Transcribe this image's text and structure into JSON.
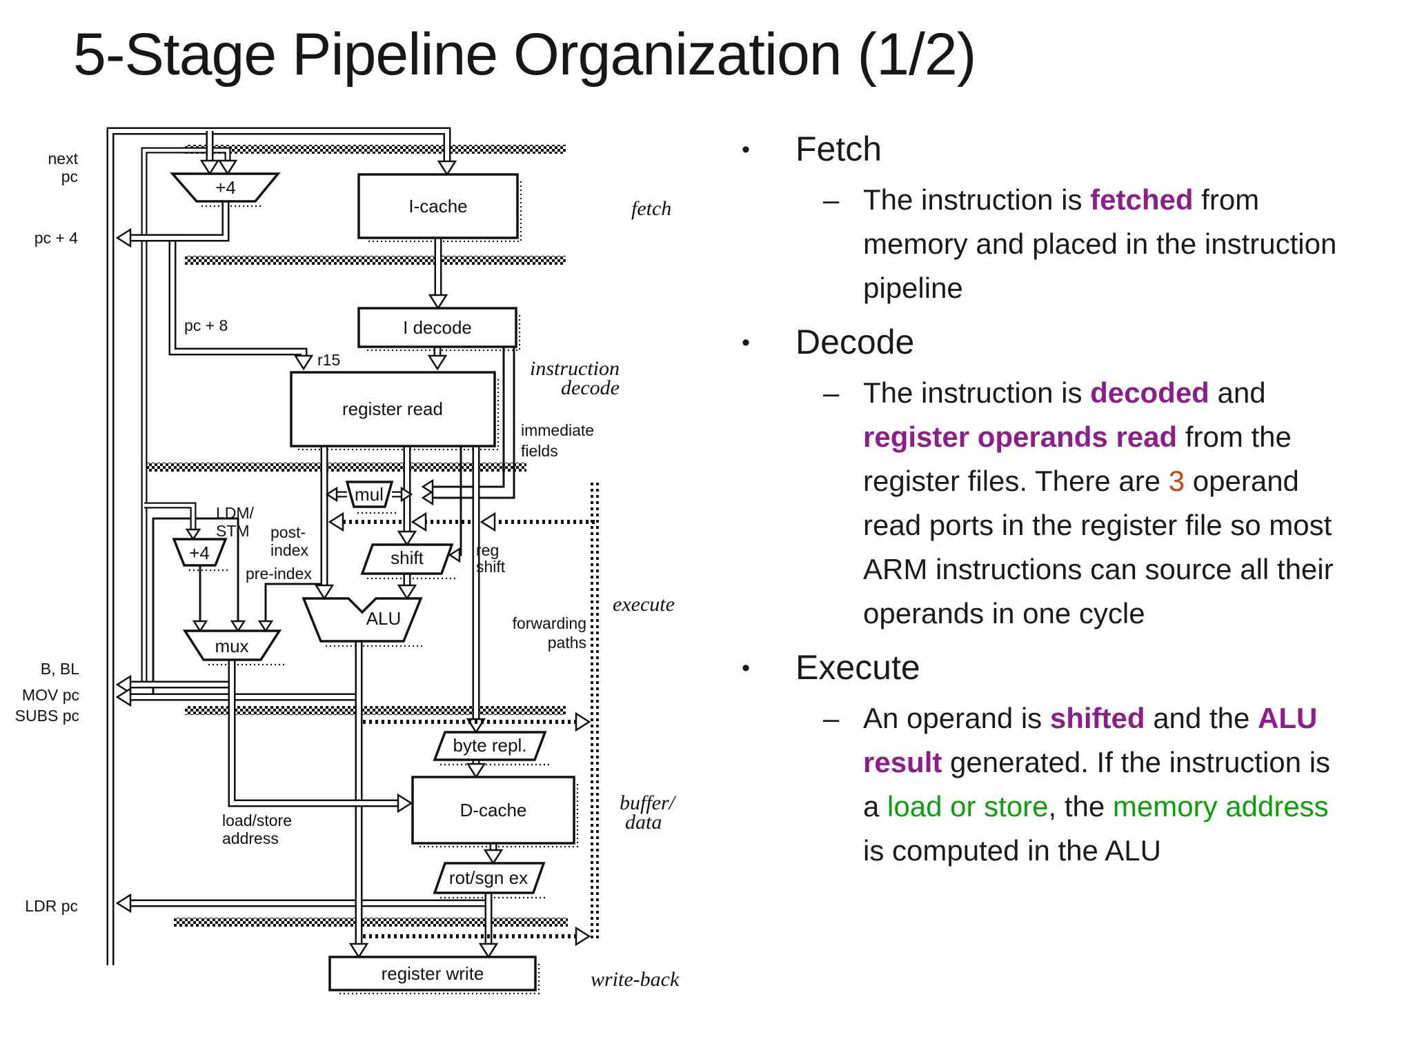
{
  "title": "5-Stage Pipeline Organization (1/2)",
  "bullet_glyph": "•",
  "dash_glyph": "–",
  "colors": {
    "purple": "#8C1E8C",
    "green": "#0AA00A",
    "orange": "#C84610",
    "ink": "#1a1a1a"
  },
  "bullets": [
    {
      "label": "Fetch",
      "detail": [
        {
          "t": "The instruction is "
        },
        {
          "t": "fetched",
          "color": "purple",
          "bold": true
        },
        {
          "t": " from memory and placed in the instruction pipeline"
        }
      ]
    },
    {
      "label": "Decode",
      "detail": [
        {
          "t": "The instruction is "
        },
        {
          "t": "decoded",
          "color": "purple",
          "bold": true
        },
        {
          "t": " and "
        },
        {
          "t": "register operands read",
          "color": "purple",
          "bold": true
        },
        {
          "t": " from the register files. There are "
        },
        {
          "t": "3",
          "color": "orange"
        },
        {
          "t": " operand read ports in the register file so most ARM instructions can source all their operands in one cycle"
        }
      ]
    },
    {
      "label": "Execute",
      "detail": [
        {
          "t": "An operand is "
        },
        {
          "t": "shifted",
          "color": "purple",
          "bold": true
        },
        {
          "t": " and the "
        },
        {
          "t": "ALU result",
          "color": "purple",
          "bold": true
        },
        {
          "t": " generated. If the instruction is a "
        },
        {
          "t": "load or store",
          "color": "green"
        },
        {
          "t": ", the "
        },
        {
          "t": "memory address",
          "color": "green"
        },
        {
          "t": " is computed in the ALU"
        }
      ]
    }
  ],
  "diagram": {
    "boxes": {
      "icache": "I-cache",
      "idecode": "I decode",
      "regread": "register read",
      "dcache": "D-cache",
      "regwrite": "register write"
    },
    "shapes": {
      "plus4_top": "+4",
      "plus4_left": "+4",
      "mul": "mul",
      "shift": "shift",
      "alu": "ALU",
      "mux": "mux",
      "byterepl": "byte repl.",
      "rotsgn": "rot/sgn ex"
    },
    "stage_labels": {
      "fetch": "fetch",
      "decode1": "instruction",
      "decode2": "decode",
      "execute": "execute",
      "buffer1": "buffer/",
      "buffer2": "data",
      "writeback": "write-back"
    },
    "labels": {
      "next1": "next",
      "next2": "pc",
      "pc4": "pc + 4",
      "pc8": "pc + 8",
      "r15": "r15",
      "ldm": "LDM/",
      "stm": "STM",
      "post1": "post-",
      "post2": "index",
      "pre": "pre-index",
      "bbl": "B, BL",
      "movpc": "MOV pc",
      "subspc": "SUBS pc",
      "ldrpc": "LDR pc",
      "ls1": "load/store",
      "ls2": "address",
      "imm1": "immediate",
      "imm2": "fields",
      "reg1": "reg",
      "reg2": "shift",
      "fwd1": "forwarding",
      "fwd2": "paths"
    }
  }
}
